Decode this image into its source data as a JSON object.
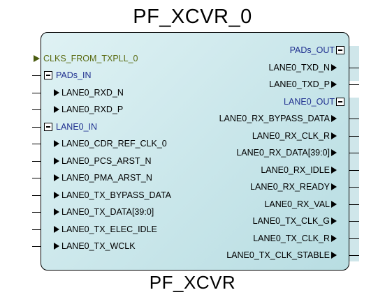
{
  "instance_name": "PF_XCVR_0",
  "component_name": "PF_XCVR",
  "clock_input": "CLKS_FROM_TXPLL_0",
  "left_groups": [
    {
      "label": "PADs_IN",
      "pins": [
        "LANE0_RXD_N",
        "LANE0_RXD_P"
      ]
    },
    {
      "label": "LANE0_IN",
      "pins": [
        "LANE0_CDR_REF_CLK_0",
        "LANE0_PCS_ARST_N",
        "LANE0_PMA_ARST_N",
        "LANE0_TX_BYPASS_DATA",
        "LANE0_TX_DATA[39:0]",
        "LANE0_TX_ELEC_IDLE",
        "LANE0_TX_WCLK"
      ]
    }
  ],
  "right_groups": [
    {
      "label": "PADs_OUT",
      "pins": [
        "LANE0_TXD_N",
        "LANE0_TXD_P"
      ]
    },
    {
      "label": "LANE0_OUT",
      "pins": [
        "LANE0_RX_BYPASS_DATA",
        "LANE0_RX_CLK_R",
        "LANE0_RX_DATA[39:0]",
        "LANE0_RX_IDLE",
        "LANE0_RX_READY",
        "LANE0_RX_VAL",
        "LANE0_TX_CLK_G",
        "LANE0_TX_CLK_R",
        "LANE0_TX_CLK_STABLE"
      ]
    }
  ],
  "colors": {
    "block_fill": "#c9e6ea",
    "group_label": "#1f2f8f",
    "clock_label": "#5a6b12"
  }
}
